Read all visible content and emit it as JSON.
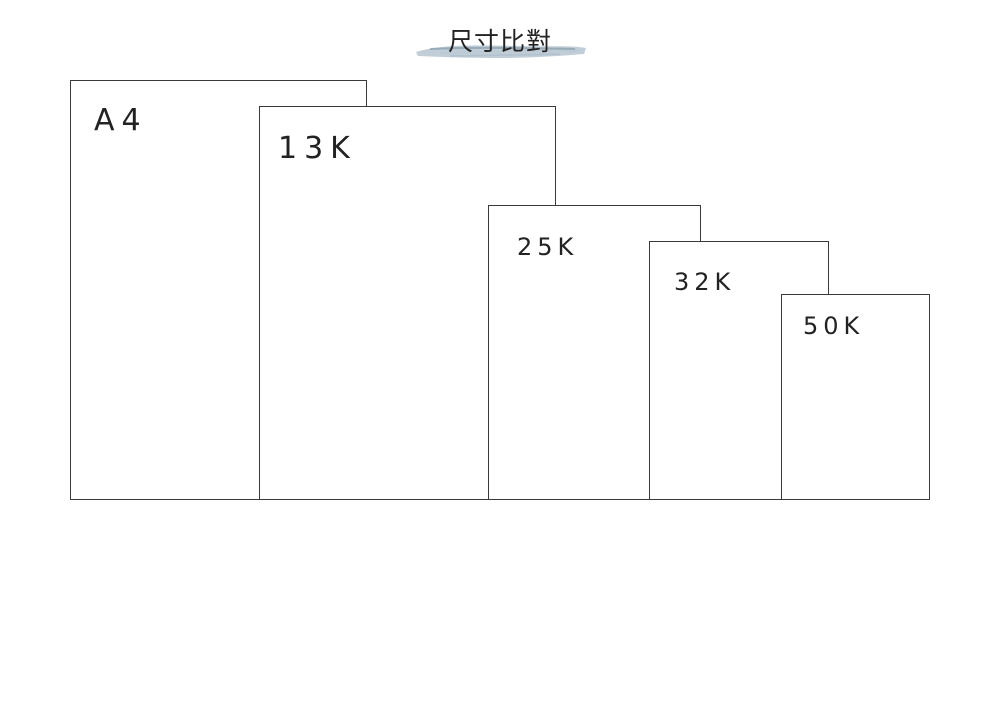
{
  "title": "尺寸比對",
  "papers": [
    {
      "id": "a4",
      "label": "A4"
    },
    {
      "id": "13k",
      "label": "13K"
    },
    {
      "id": "25k",
      "label": "25K"
    },
    {
      "id": "32k",
      "label": "32K"
    },
    {
      "id": "50k",
      "label": "50K"
    }
  ],
  "colors": {
    "outline": "#3a3a3a",
    "text": "#222222",
    "brush_stroke": "#8fa6b6"
  },
  "icons": {
    "title_decoration": "watercolor-brush-stroke"
  }
}
